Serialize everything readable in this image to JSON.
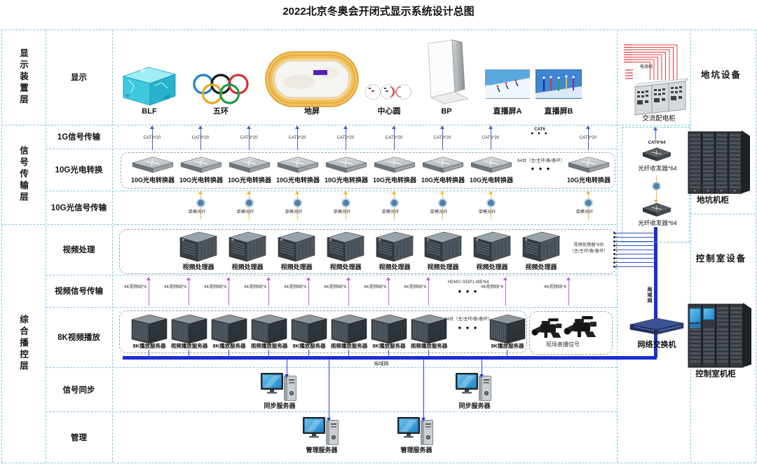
{
  "title": "2022北京冬奥会开闭式显示系统设计总图",
  "layer_labels": [
    "显示装置层",
    "信号传输层",
    "综合播控层"
  ],
  "row_labels": [
    "显示",
    "1G信号传输",
    "10G光电转换",
    "10G光信号传输",
    "视频处理",
    "视频信号传输",
    "8K视频播放",
    "信号同步",
    "管理"
  ],
  "displays": [
    {
      "label": "BLF",
      "icon": "ice-cube"
    },
    {
      "label": "五环",
      "icon": "olympic-rings"
    },
    {
      "label": "地屏",
      "icon": "stadium-ground-screen"
    },
    {
      "label": "中心圆",
      "icon": "center-circle-screens"
    },
    {
      "label": "BP",
      "icon": "bp-screen"
    },
    {
      "label": "直播屏A",
      "icon": "live-screen"
    },
    {
      "label": "直播屏B",
      "icon": "live-screen"
    }
  ],
  "transmission_1g": {
    "cable_label": "CAT6*20",
    "more_label": "CAT6",
    "dots": "● ● ●"
  },
  "conversion_10g": {
    "device_label": "10G光电转换器",
    "note": "64台（主/主环/备/备环）",
    "dots": "● ● ●"
  },
  "optical_10g": {
    "fiber_label": "单模光纤"
  },
  "video_processing": {
    "device_label": "视频处理器",
    "note_line1": "视频处理器*8台",
    "note_line2": "（主/主环/备/备环）"
  },
  "video_transmission": {
    "cable_label": "4K视频线*4",
    "hdmi_label": "HDMI2.0/DP1.4线*64",
    "dots": "● ● ●"
  },
  "playback_8k": {
    "server_labels": [
      "8K播放服务器",
      "视频播放服务器",
      "8K播放服务器",
      "视频播放服务器",
      "8K播放服务器",
      "视频播放服务器",
      "8K播放服务器",
      "视频播放服务器",
      "8K播放服务器"
    ],
    "note": "64台（主/主环/备/备环）",
    "dots": "● ● ●",
    "live_signal_label": "现场直播信号"
  },
  "sync": {
    "server_label": "同步服务器"
  },
  "management": {
    "server_label": "管理服务器"
  },
  "lan": {
    "bus_label": "局域网",
    "trunk_label": "局域网"
  },
  "pit": {
    "area_label": "地坑设备",
    "power_line_label": "电源线",
    "ac_cabinet_label": "交流配电柜",
    "cat6_label": "CAT6*64",
    "transceiver1_label": "光纤收发器*64",
    "transceiver2_label": "光纤收发器*64",
    "rack_label": "地坑机柜"
  },
  "control_room": {
    "area_label": "控制室设备",
    "switch_label": "网络交换机",
    "rack_label": "控制室机柜"
  },
  "colors": {
    "grid": "#7cc9dd",
    "arrow_blue": "#3f5fc8",
    "arrow_yellow": "#efb53e",
    "arrow_magenta": "#c75fd2",
    "lan_bus": "#1b2ed0",
    "power_red": "#e23b3b"
  }
}
